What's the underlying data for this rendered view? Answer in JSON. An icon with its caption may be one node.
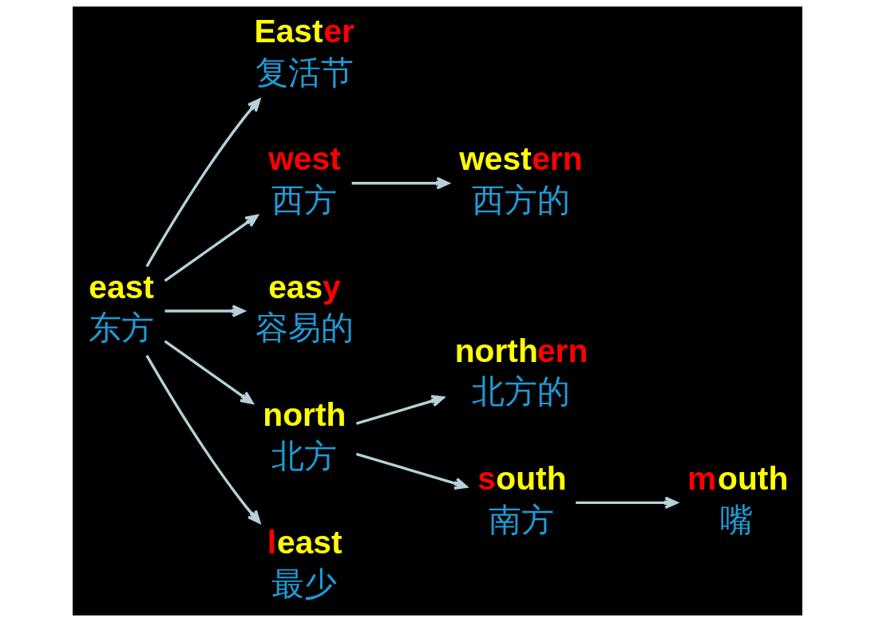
{
  "diagram": {
    "nodes": [
      {
        "text": [
          "Easter",
          "复活节"
        ]
      },
      {
        "text": [
          "western",
          "西方的"
        ]
      },
      {
        "text": [
          "west",
          "西方"
        ]
      },
      {
        "text": [
          "northern",
          "北方的"
        ]
      },
      {
        "text": [
          "easy",
          "容易的"
        ]
      },
      {
        "text": [
          "east",
          "东方"
        ]
      },
      {
        "text": [
          "mouth",
          "嘴"
        ]
      },
      {
        "text": [
          "north",
          "北方"
        ]
      },
      {
        "text": [
          "least",
          "最少"
        ]
      },
      {
        "text": [
          "south",
          "南方"
        ]
      }
    ],
    "edges": [
      {
        "from": 5,
        "to": 0,
        "arrow": "to"
      },
      {
        "from": 5,
        "to": 4,
        "arrow": "to"
      },
      {
        "from": 5,
        "to": 2,
        "arrow": "to"
      },
      {
        "from": 2,
        "to": 1,
        "arrow": "to"
      },
      {
        "from": 5,
        "to": 7,
        "arrow": "to"
      },
      {
        "from": 5,
        "to": 8,
        "arrow": "to"
      },
      {
        "from": 7,
        "to": 3,
        "arrow": "to"
      },
      {
        "from": 7,
        "to": 9,
        "arrow": "to"
      },
      {
        "from": 9,
        "to": 6,
        "arrow": "to"
      }
    ]
  }
}
